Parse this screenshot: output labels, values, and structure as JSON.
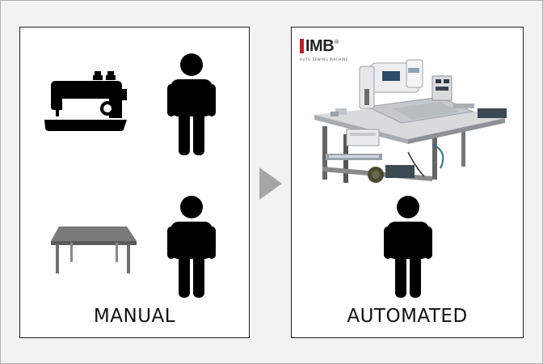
{
  "panels": {
    "manual": {
      "caption": "MANUAL"
    },
    "automated": {
      "caption": "AUTOMATED",
      "logo_text": "IMB",
      "logo_tagline": "AUTO SEWING MACHINE",
      "logo_mark": "®"
    }
  },
  "colors": {
    "figure": "#000000",
    "table": "#7a7a7a",
    "arrow": "#a6a6a6",
    "brand": "#c01f26"
  }
}
